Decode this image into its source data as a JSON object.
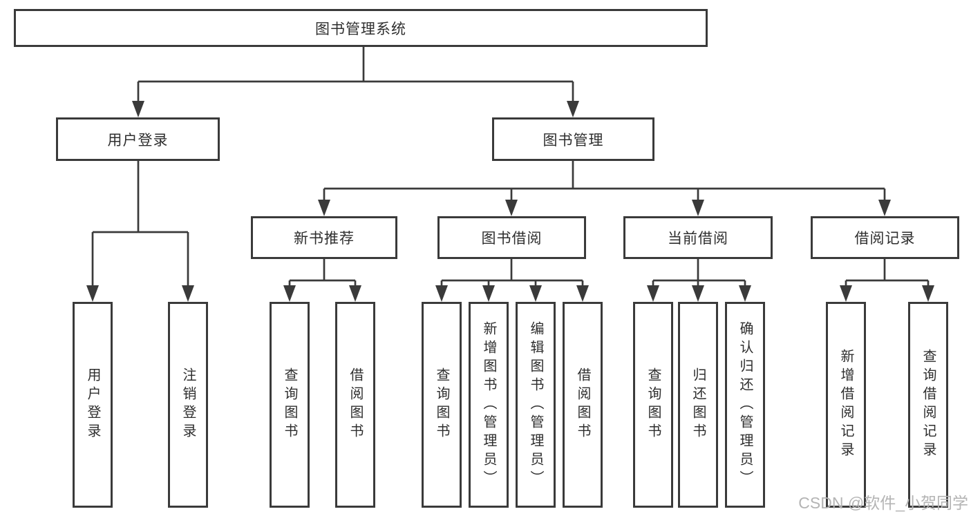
{
  "diagram": {
    "title": "图书管理系统",
    "root": {
      "label": "图书管理系统"
    },
    "level2": {
      "user_login": {
        "label": "用户登录"
      },
      "book_management": {
        "label": "图书管理"
      }
    },
    "level3": {
      "new_book_recommend": {
        "label": "新书推荐"
      },
      "book_borrow": {
        "label": "图书借阅"
      },
      "current_borrow": {
        "label": "当前借阅"
      },
      "borrow_records": {
        "label": "借阅记录"
      }
    },
    "leaves": {
      "user_login_action": {
        "label": "用户登录"
      },
      "logout_action": {
        "label": "注销登录"
      },
      "recommend_query_books": {
        "label": "查询图书"
      },
      "recommend_borrow_books": {
        "label": "借阅图书"
      },
      "borrow_query_books": {
        "label": "查询图书"
      },
      "borrow_add_books": {
        "label": "新增图书（管理员）"
      },
      "borrow_edit_books": {
        "label": "编辑图书（管理员）"
      },
      "borrow_borrow_books": {
        "label": "借阅图书"
      },
      "current_query_books": {
        "label": "查询图书"
      },
      "current_return_books": {
        "label": "归还图书"
      },
      "current_confirm_return": {
        "label": "确认归还（管理员）"
      },
      "records_add_record": {
        "label": "新增借阅记录"
      },
      "records_query_record": {
        "label": "查询借阅记录"
      }
    }
  },
  "watermark": {
    "text": "CSDN @软件_小贺同学"
  },
  "colors": {
    "line": "#3a3a3a",
    "border": "#3a3a3a",
    "text": "#2e2e2e",
    "watermark_text": "#b4b4b4",
    "background": "#ffffff"
  }
}
